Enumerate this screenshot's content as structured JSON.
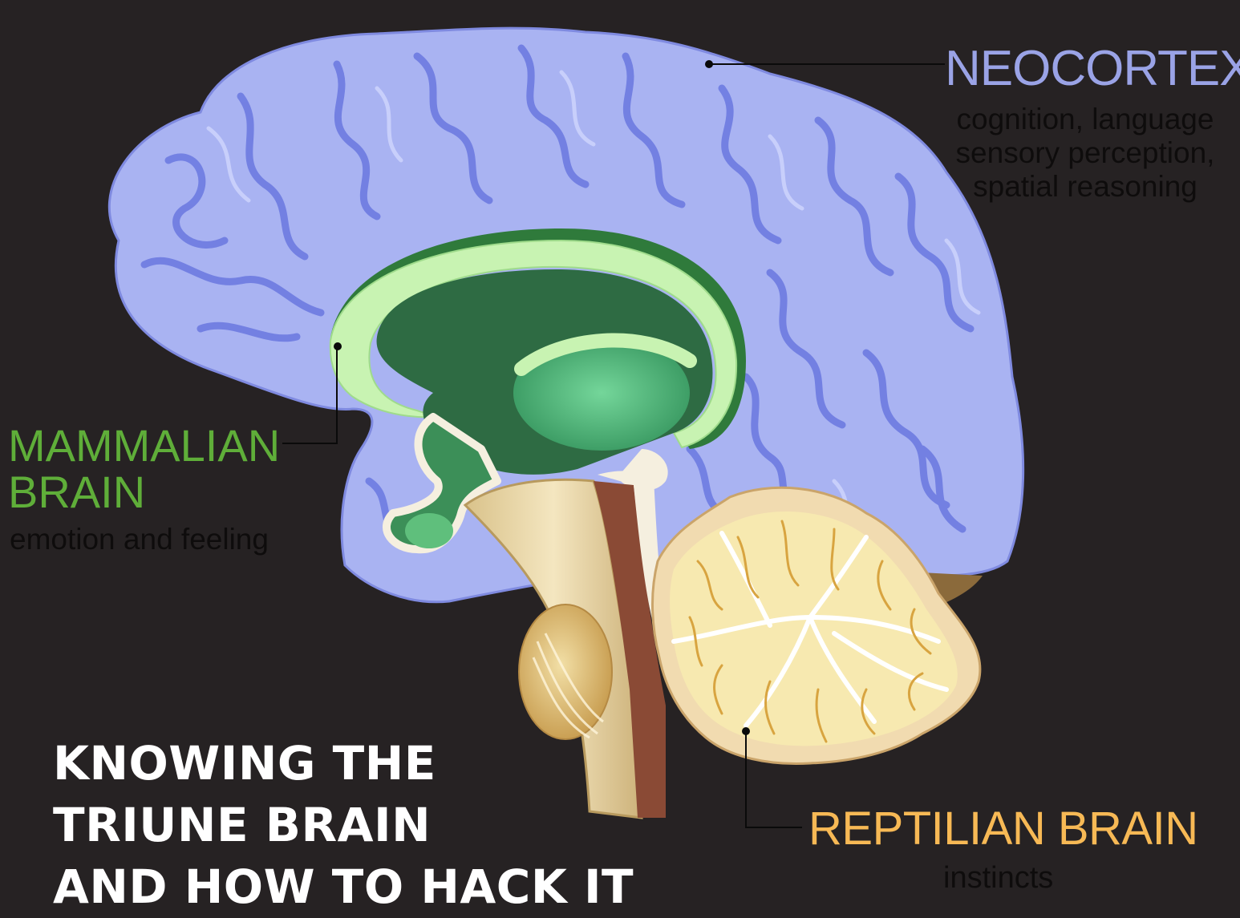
{
  "labels": {
    "neocortex": {
      "title": "NEOCORTEX",
      "description": "cognition, language sensory perception, spatial reasoning",
      "color": "#9aa3e6"
    },
    "mammalian": {
      "title": "MAMMALIAN BRAIN",
      "description": "emotion and feeling",
      "color": "#5fae39"
    },
    "reptilian": {
      "title": "REPTILIAN BRAIN",
      "description": "instincts",
      "color": "#f7b955"
    }
  },
  "headline": {
    "line1": "KNOWING THE",
    "line2": "TRIUNE BRAIN",
    "line3": "AND HOW TO HACK IT"
  },
  "colors": {
    "background": "#262223",
    "cortex": "#a9b3f2",
    "cortex_shadow": "#6a78e0",
    "limbic": "#2e6b43",
    "limbic_light": "#c8f3b2",
    "cerebellum": "#f7e9b0",
    "brainstem": "#e8d6a8"
  }
}
